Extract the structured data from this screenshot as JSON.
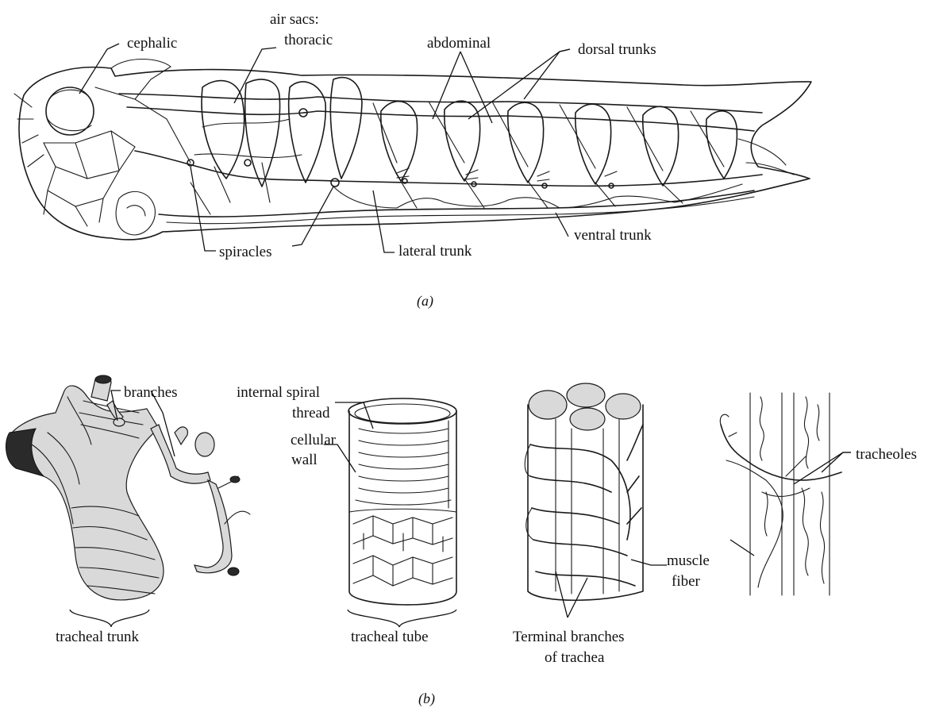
{
  "part_a": {
    "caption": "(a)",
    "labels": {
      "cephalic": "cephalic",
      "air_sacs": "air sacs:",
      "thoracic": "thoracic",
      "abdominal": "abdominal",
      "dorsal_trunks": "dorsal trunks",
      "spiracles": "spiracles",
      "lateral_trunk": "lateral trunk",
      "ventral_trunk": "ventral trunk"
    }
  },
  "part_b": {
    "caption": "(b)",
    "labels": {
      "branches": "branches",
      "internal_spiral_1": "internal spiral",
      "internal_spiral_2": "thread",
      "cellular_1": "cellular",
      "cellular_2": "wall",
      "tracheal_trunk": "tracheal trunk",
      "tracheal_tube": "tracheal tube",
      "terminal_1": "Terminal branches",
      "terminal_2": "of trachea",
      "muscle_1": "muscle",
      "muscle_2": "fiber",
      "tracheoles": "tracheoles"
    }
  }
}
